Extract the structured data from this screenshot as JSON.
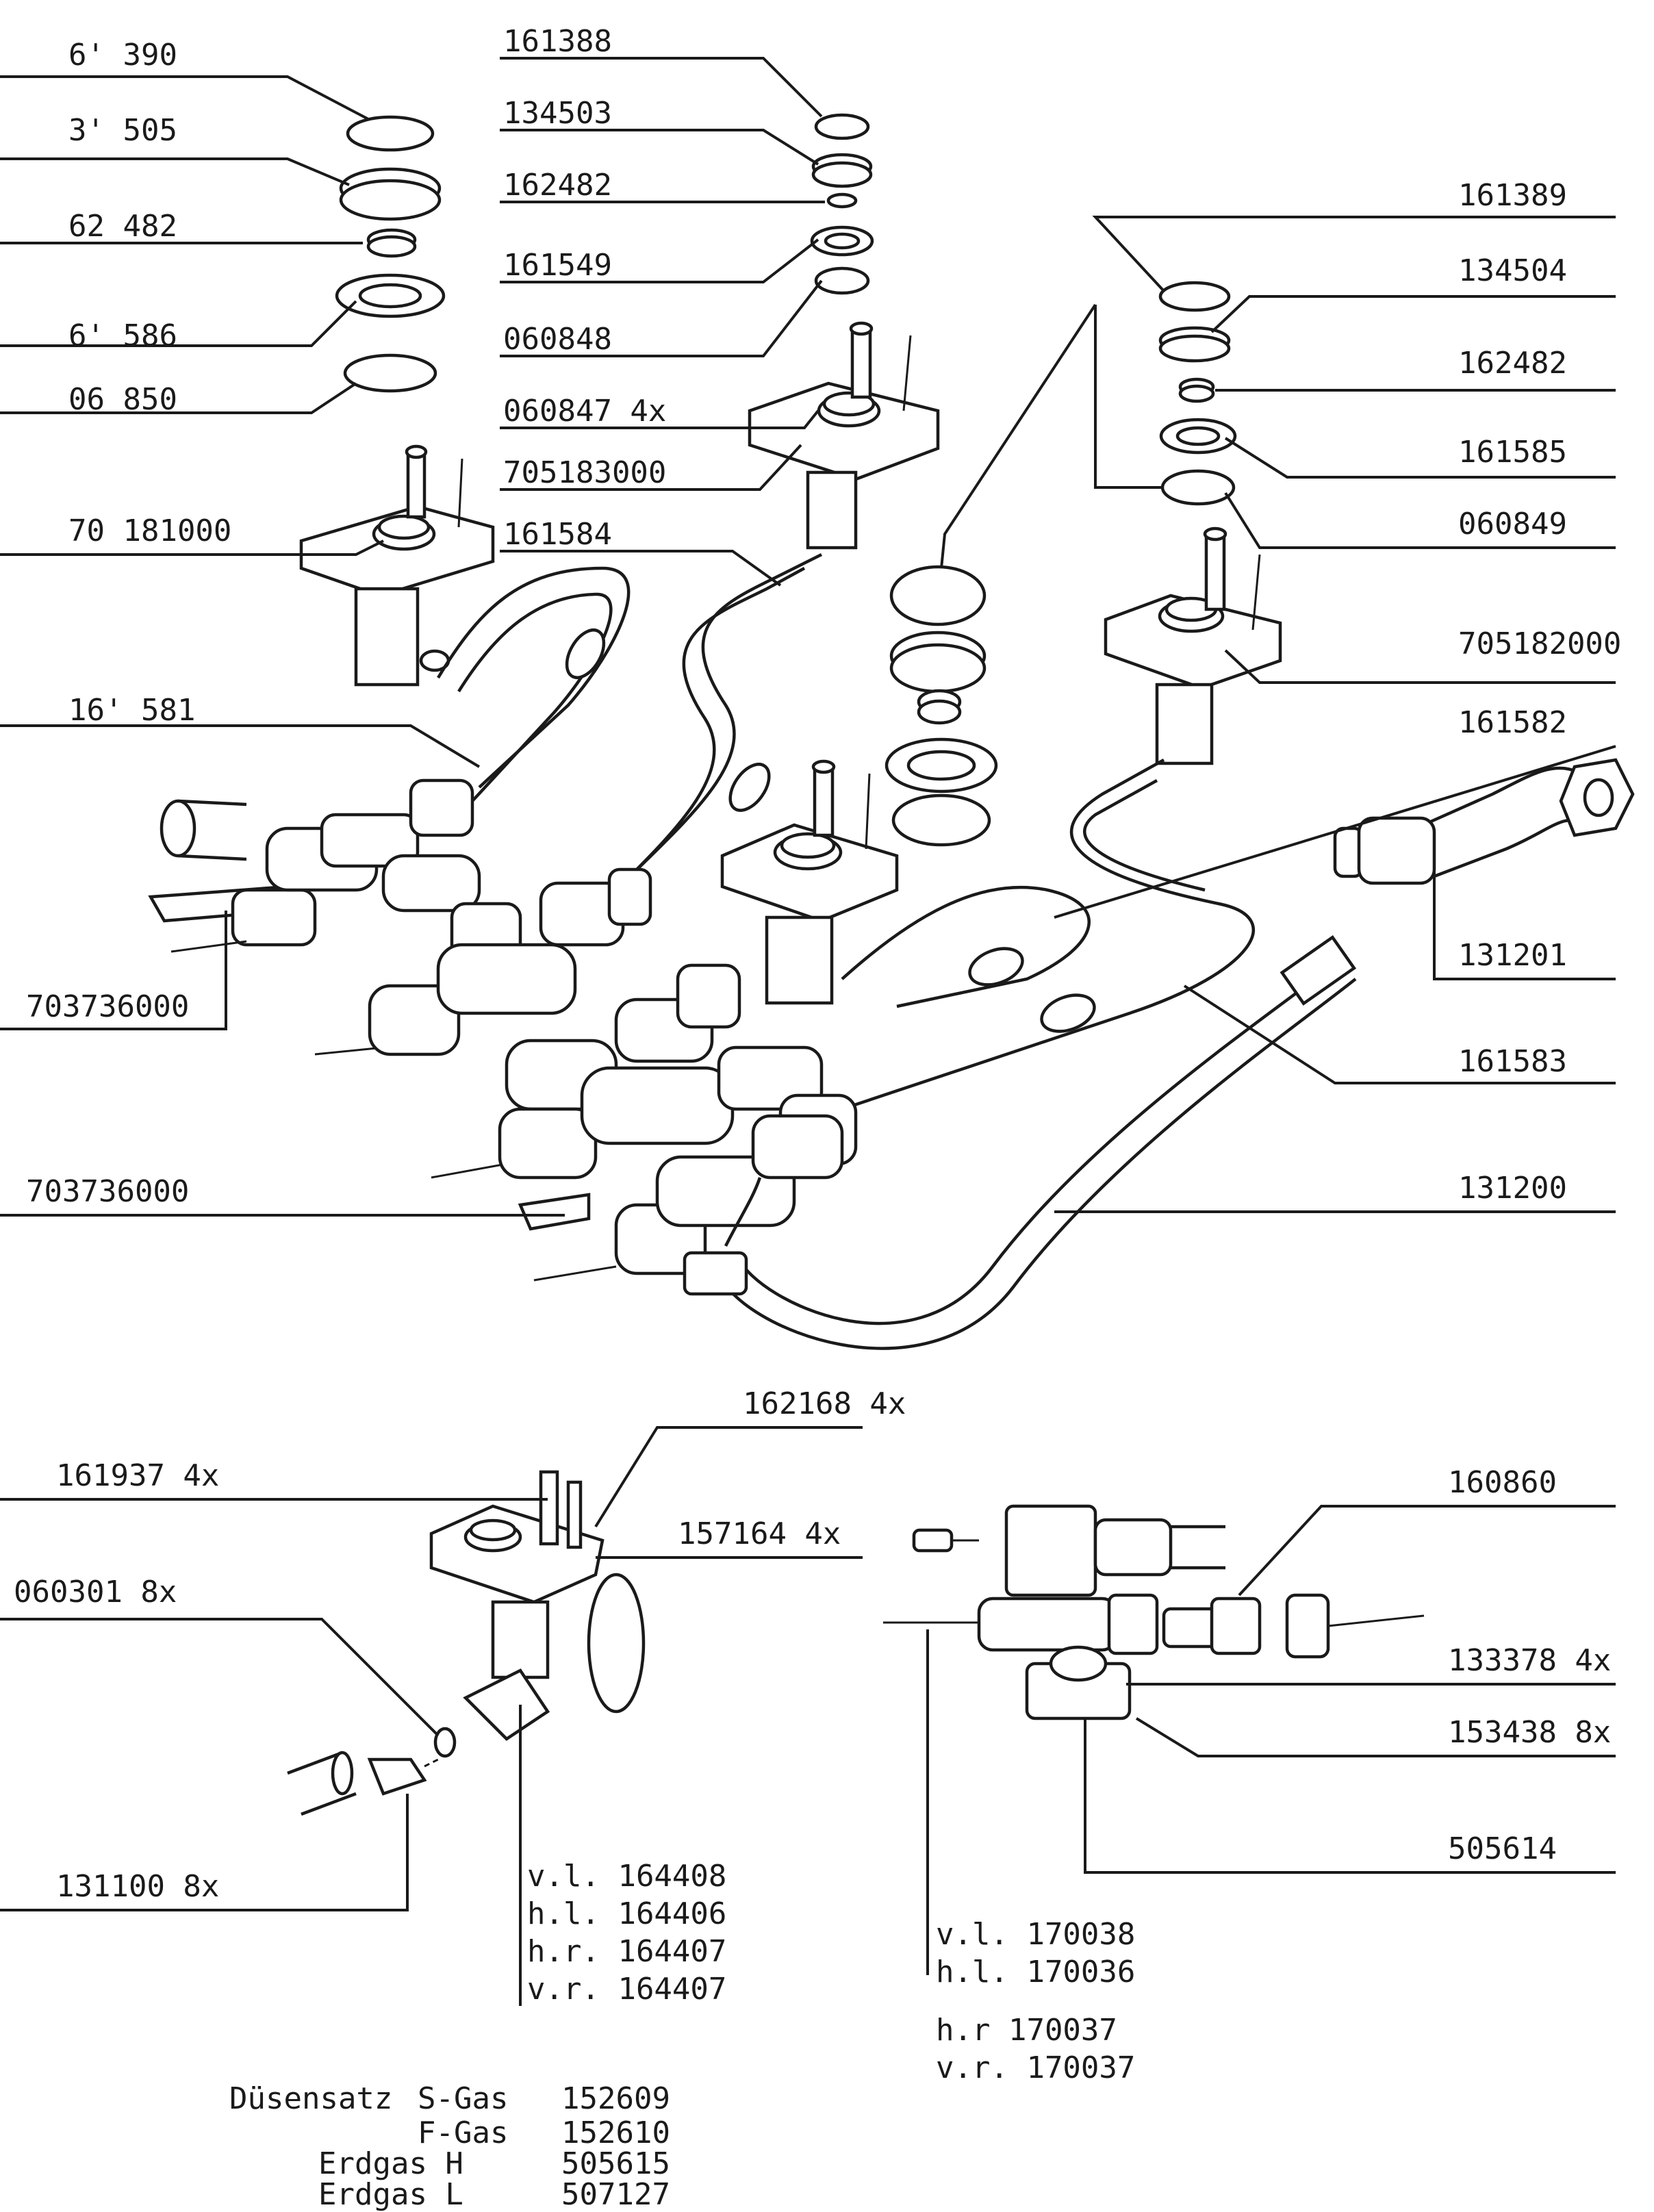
{
  "callouts": {
    "p161390": "6' 390",
    "p134505": "3' 505",
    "p162482_left": "62 482",
    "p161586": "6' 586",
    "p060850": "06 850",
    "p705181000": "70 181000",
    "p161581": "16' 581",
    "p703736000_a": "703736000",
    "p703736000_b": "703736000",
    "p161388": "161388",
    "p134503": "134503",
    "p162482_mid": "162482",
    "p161549": "161549",
    "p060848": "060848",
    "p060847": "060847  4x",
    "p705183000": "705183000",
    "p161584": "161584",
    "p161389": "161389",
    "p134504": "134504",
    "p162482_right": "162482",
    "p161585": "161585",
    "p060849": "060849",
    "p705182000": "705182000",
    "p161582": "161582",
    "p131201": "131201",
    "p161583": "161583",
    "p131200": "131200",
    "p162168": "162168  4x",
    "p161937": "161937  4x",
    "p157164": "157164 4x",
    "p060301": "060301  8x",
    "p131100": "131100  8x",
    "p160860": "160860",
    "p133378": "133378  4x",
    "p153438": "153438 8x",
    "p505614": "505614"
  },
  "thermo_list": [
    "v.l. 164408",
    "h.l. 164406",
    "h.r. 164407",
    "v.r. 164407"
  ],
  "valve_list": [
    "v.l. 170038",
    "h.l. 170036",
    "h.r  170037",
    "v.r. 170037"
  ],
  "nozzle_set": {
    "title": "Düsensatz",
    "rows": [
      {
        "gas": "S-Gas",
        "code": "152609"
      },
      {
        "gas": "F-Gas",
        "code": "152610"
      },
      {
        "gas": "Erdgas H",
        "code": "505615"
      },
      {
        "gas": "Erdgas L",
        "code": "507127"
      }
    ]
  }
}
